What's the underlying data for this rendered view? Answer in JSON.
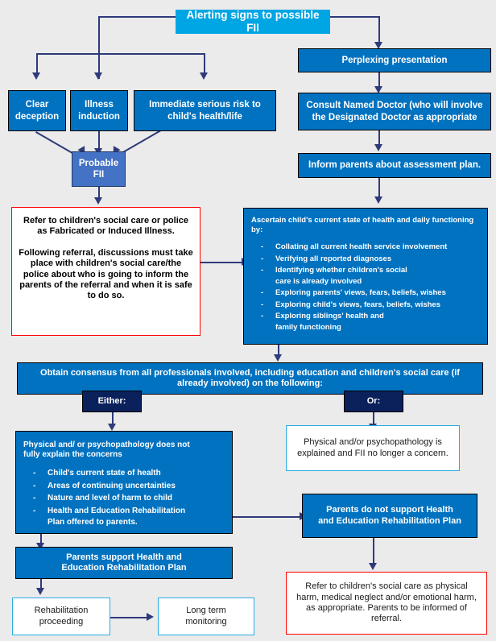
{
  "diagram": {
    "title": "Alerting signs to possible FII flowchart",
    "colors": {
      "background": "#ebebeb",
      "accent_cyan": "#00a5e3",
      "accent_blue": "#0072c0",
      "accent_navy": "#0b215c",
      "accent_periwinkle": "#4472c4",
      "alert_red": "#ff0000",
      "connector": "#2e3a7a"
    },
    "nodes": {
      "alerting_signs": "Alerting signs to possible FII",
      "clear_deception": "Clear\ndeception",
      "illness_induction": "Illness\ninduction",
      "immediate_risk": "Immediate serious risk to\nchild's health/life",
      "probable_fii": "Probable\nFII",
      "perplexing_presentation": "Perplexing presentation",
      "consult_named_doctor": "Consult Named Doctor (who will involve\nthe Designated Doctor as appropriate",
      "inform_parents": "Inform parents about assessment plan.",
      "refer_social_care": "Refer to children's social care or police as Fabricated or Induced Illness.\n\nFollowing referral, discussions must take place with children's social care/the police about who is going to inform the parents of the referral and when it is safe to do so.",
      "refer_social_care_p1": "Refer to children's social care or police as Fabricated or Induced Illness.",
      "refer_social_care_p2": "Following referral, discussions must take place with children's social care/the police about who is going to inform the parents of the referral and when it is safe to do so.",
      "ascertain_heading": "Ascertain child's current state of health and daily functioning by:",
      "ascertain_bullets": [
        "Collating all current health service involvement",
        "Verifying all reported diagnoses",
        "Identifying whether children's social care is already involved",
        "Exploring parents' views, fears, beliefs, wishes",
        "Exploring child's views, fears, beliefs, wishes",
        "Exploring siblings' health and\nfamily functioning"
      ],
      "obtain_consensus": "Obtain consensus from all professionals involved, including education and children's social care (if already involved) on the following:",
      "either_label": "Either:",
      "or_label": "Or:",
      "not_explained_heading": "Physical and/ or psychopathology does not fully explain the concerns",
      "not_explained_bullets": [
        "Child's current state of health",
        "Areas of continuing uncertainties",
        "Nature and level of harm to child",
        "Health and Education Rehabilitation Plan offered to parents."
      ],
      "explained": "Physical and/or psychopathology is explained and FII no longer a concern.",
      "parents_support": "Parents support Health and Education Rehabilitation Plan",
      "parents_not_support": "Parents do not support Health and Education Rehabilitation Plan",
      "rehab_proceeding": "Rehabilitation proceeding",
      "long_term_monitoring": "Long term monitoring",
      "refer_physical_harm": "Refer to children's social care as physical harm, medical neglect and/or emotional harm, as appropriate. Parents to be informed of referral."
    },
    "bullet_marker": "-"
  }
}
